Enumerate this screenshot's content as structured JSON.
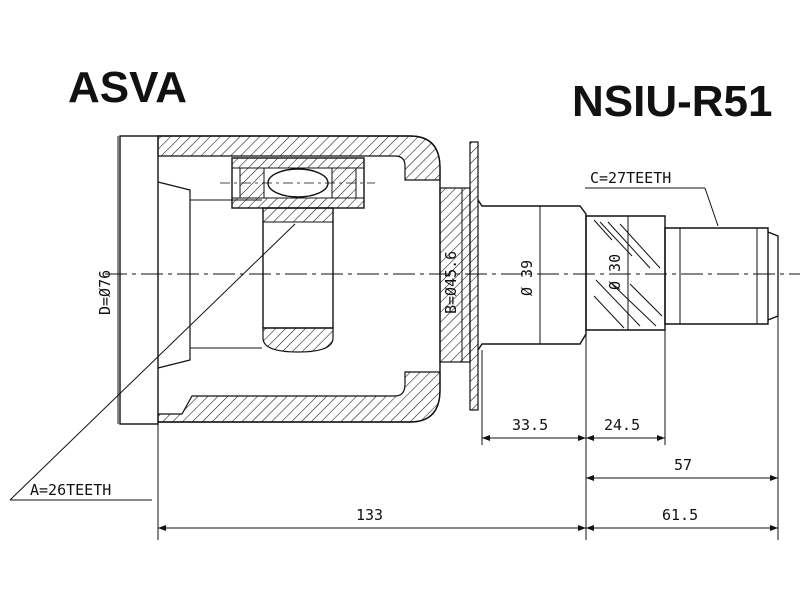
{
  "header": {
    "brand": "ASVA",
    "part_number": "NSIU-R51"
  },
  "labels": {
    "outer_diameter": "D=Ø76",
    "seal_diameter": "B=Ø45.6",
    "shaft_diameter": "Ø 39",
    "spline_diameter": "Ø 30",
    "outer_spline": "C=27TEETH",
    "inner_spline": "A=26TEETH"
  },
  "dimensions": {
    "shaft_segment": "33.5",
    "spline_segment": "24.5",
    "stub_length": "57",
    "total_length": "133",
    "stub_total": "61.5"
  },
  "colors": {
    "line": "#111111",
    "background": "#ffffff"
  }
}
